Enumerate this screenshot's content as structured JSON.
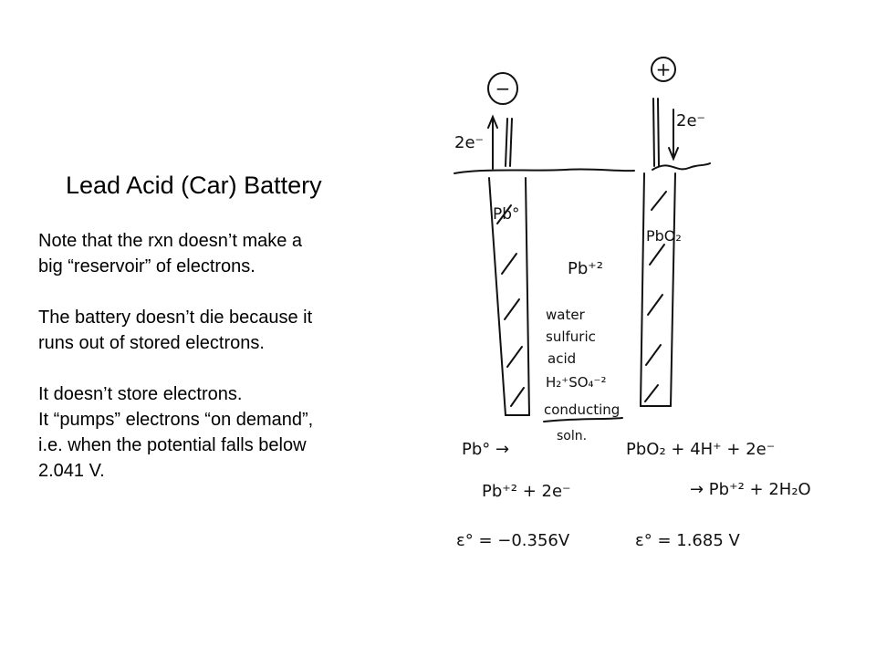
{
  "slide": {
    "title": "Lead Acid (Car) Battery",
    "paragraphs": [
      [
        "Note that the rxn doesn’t make a",
        "big “reservoir” of electrons."
      ],
      [
        "The battery doesn’t die because it",
        "runs out of stored electrons."
      ],
      [
        "It doesn’t store electrons.",
        "It “pumps” electrons “on demand”,",
        "i.e. when the potential falls below",
        "2.041 V."
      ]
    ]
  },
  "sketch": {
    "minus_terminal": "−",
    "plus_terminal": "+",
    "electrons_left": "2e⁻",
    "electrons_right": "2e⁻",
    "anode_label": "Pb°",
    "cathode_label": "PbO₂",
    "ion_label": "Pb⁺²",
    "electrolyte_lines": [
      "water",
      "sulfuric",
      "acid",
      "H₂⁺SO₄⁻²"
    ],
    "conducting_lines": [
      "conducting",
      "soln."
    ],
    "anode_rxn": [
      "Pb° →",
      "Pb⁺² + 2e⁻"
    ],
    "cathode_rxn": [
      "PbO₂ + 4H⁺ + 2e⁻",
      "→ Pb⁺² + 2H₂O"
    ],
    "anode_potential": "ε° = −0.356V",
    "cathode_potential": "ε° = 1.685 V"
  }
}
